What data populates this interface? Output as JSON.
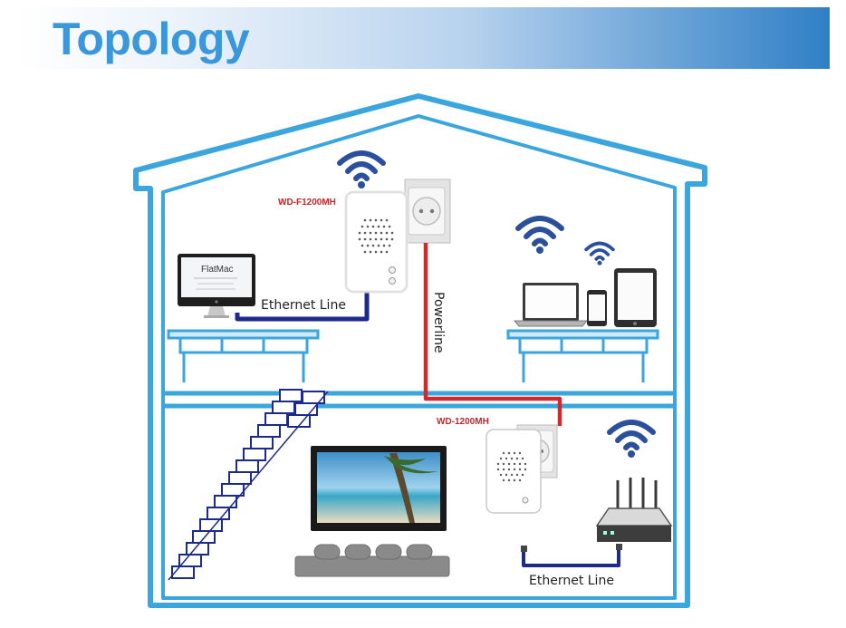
{
  "header": {
    "title": "Topology"
  },
  "devices": {
    "upper_adapter_label": "WD-F1200MH",
    "lower_adapter_label": "WD-1200MH"
  },
  "links": {
    "upper_ethernet_label": "Ethernet Line",
    "lower_ethernet_label": "Ethernet Line",
    "powerline_label": "Powerline"
  },
  "screens": {
    "monitor_brand": "FlatMac"
  },
  "colors": {
    "title": "#3a97d9",
    "house_outline": "#3aa6dd",
    "powerline": "#d3282c",
    "ethernet": "#1c2a8c",
    "wifi": "#2a4f9c",
    "device_label": "#c0282c"
  }
}
